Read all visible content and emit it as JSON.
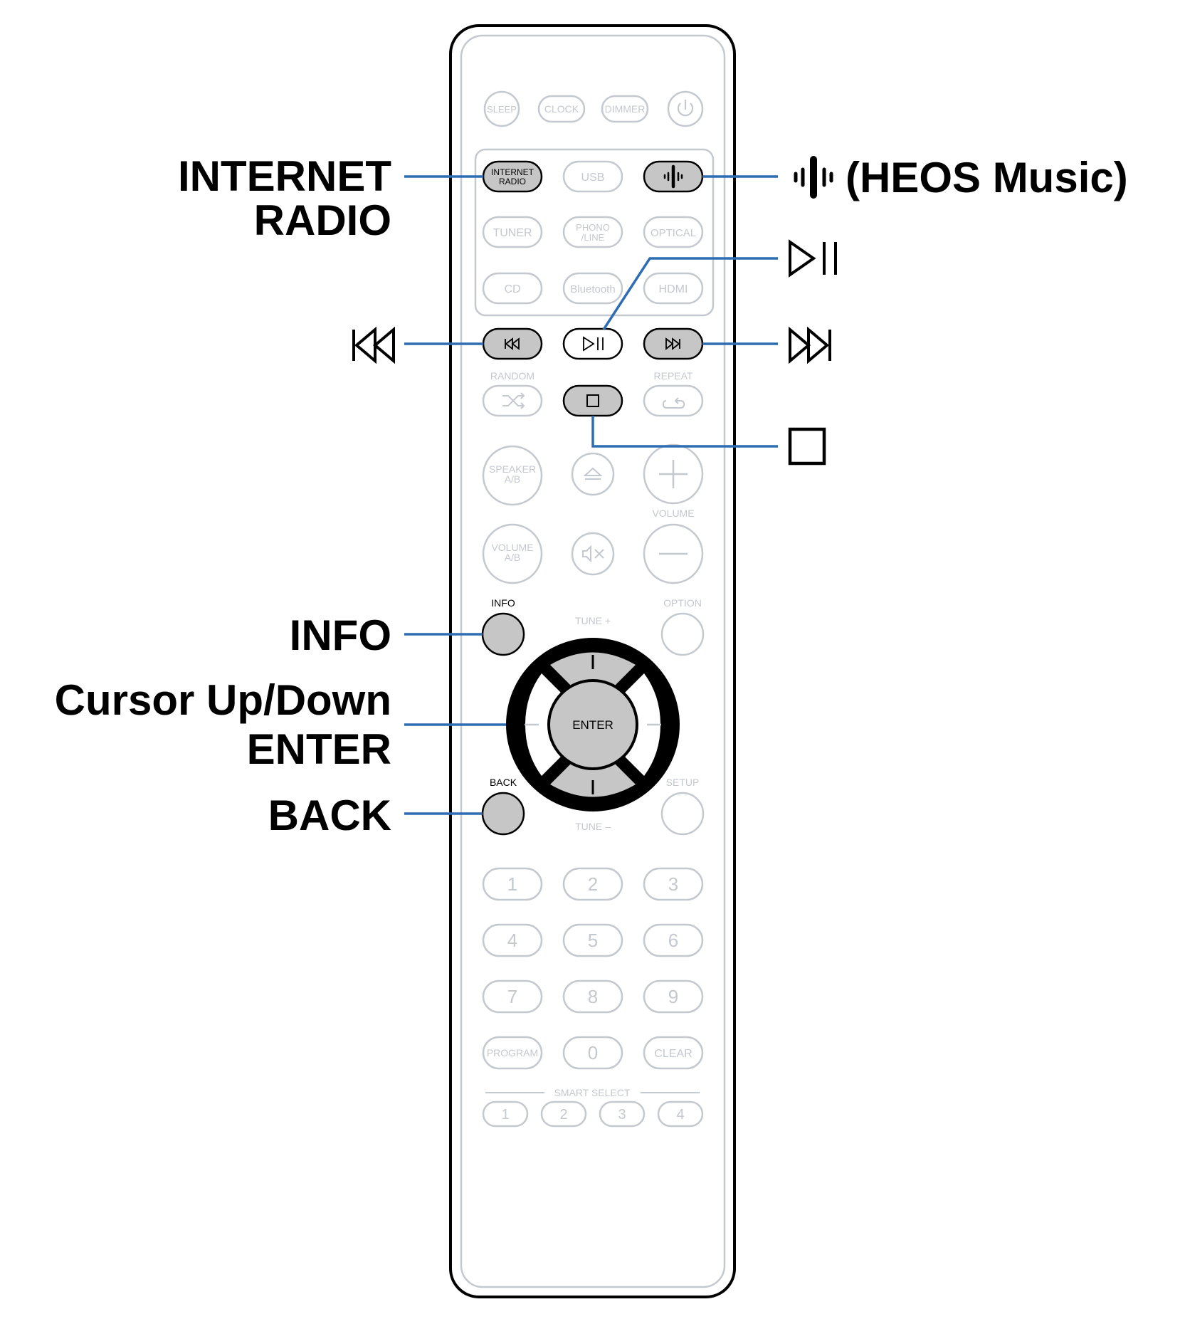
{
  "colors": {
    "faded": "#c4c8cf",
    "highlight_fill": "#c6c6c6",
    "leader_line": "#2f6db3",
    "outline": "#000000"
  },
  "remote": {
    "top_row": [
      "SLEEP",
      "CLOCK",
      "DIMMER"
    ],
    "power_icon": "power-icon",
    "source": {
      "internet_radio": [
        "INTERNET",
        "RADIO"
      ],
      "usb": "USB",
      "heos_icon": "heos-icon",
      "tuner": "TUNER",
      "phono_line": [
        "PHONO",
        "/LINE"
      ],
      "optical": "OPTICAL",
      "cd": "CD",
      "bluetooth": "Bluetooth",
      "hdmi": "HDMI"
    },
    "random": "RANDOM",
    "repeat": "REPEAT",
    "speaker_ab": [
      "SPEAKER",
      "A/B"
    ],
    "volume": "VOLUME",
    "volume_ab": [
      "VOLUME",
      "A/B"
    ],
    "info": "INFO",
    "option": "OPTION",
    "tune_plus": "TUNE +",
    "tune_minus": "TUNE –",
    "enter": "ENTER",
    "back": "BACK",
    "setup": "SETUP",
    "numbers": [
      "1",
      "2",
      "3",
      "4",
      "5",
      "6",
      "7",
      "8",
      "9",
      "0"
    ],
    "program": "PROGRAM",
    "clear": "CLEAR",
    "smart_select": "SMART SELECT",
    "smart_numbers": [
      "1",
      "2",
      "3",
      "4"
    ]
  },
  "callouts": {
    "internet_radio": [
      "INTERNET",
      "RADIO"
    ],
    "heos": "(HEOS Music)",
    "info": "INFO",
    "cursor": [
      "Cursor Up/Down",
      "ENTER"
    ],
    "back": "BACK"
  }
}
